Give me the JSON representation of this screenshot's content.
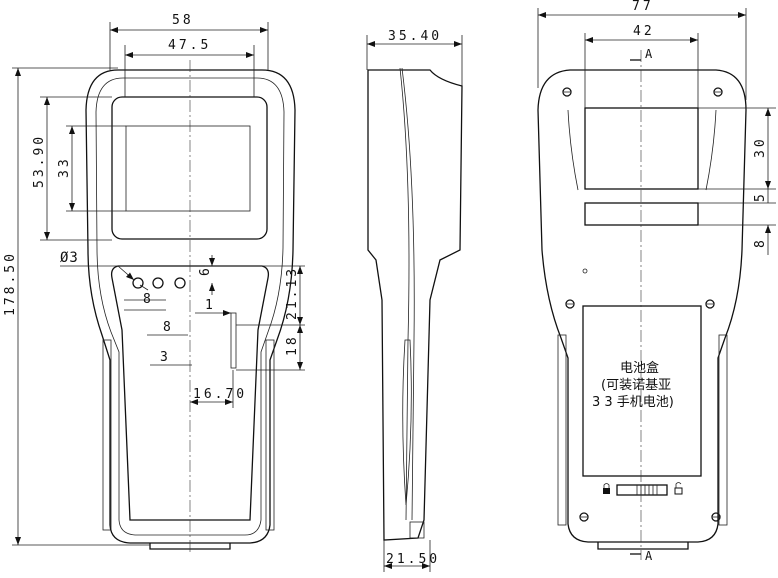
{
  "front_view": {
    "dims": {
      "width": "58",
      "screen_width": "47.5",
      "screen_outer_height": "53.90",
      "screen_height": "33",
      "total_height": "178.50",
      "hole_dia": "Ø3",
      "hole_offset_y": "6",
      "hole_pitch_1": "8",
      "hole_pitch_2": "8",
      "hole_spacing_3": "3",
      "key_offset": "1",
      "key_top": "21.13",
      "key_height": "18",
      "key_x": "16.70"
    }
  },
  "side_view": {
    "dims": {
      "top_depth": "35.40",
      "bottom_depth": "21.50"
    }
  },
  "back_view": {
    "dims": {
      "width": "77",
      "window_width": "42",
      "window_height": "30",
      "gap": "5",
      "label_height": "8"
    },
    "section_label_top": "A",
    "section_label_bottom": "A",
    "battery_box": {
      "line1": "电池盒",
      "line2": "(可装诺基亚",
      "line3": "3 3 手机电池)"
    }
  }
}
